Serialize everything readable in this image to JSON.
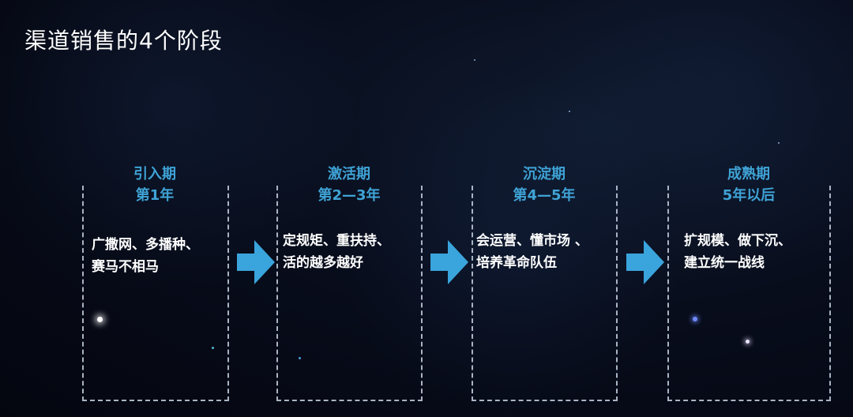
{
  "title": "渠道销售的4个阶段",
  "colors": {
    "accent": "#3fa3d6",
    "arrow": "#3aa4dc",
    "text": "#ffffff",
    "border": "#a9b4c4",
    "background": "#060a16"
  },
  "arrow_icon": "right-arrow-icon",
  "stages": [
    {
      "name": "引入期",
      "period": "第1年",
      "desc_line1": "广撒网、多播种、",
      "desc_line2": "赛马不相马"
    },
    {
      "name": "激活期",
      "period": "第2—3年",
      "desc_line1": "定规矩、重扶持、",
      "desc_line2": "活的越多越好"
    },
    {
      "name": "沉淀期",
      "period": "第4—5年",
      "desc_line1": "会运营、懂市场 、",
      "desc_line2": "培养革命队伍"
    },
    {
      "name": "成熟期",
      "period": "5年以后",
      "desc_line1": "扩规模、做下沉、",
      "desc_line2": "建立统一战线"
    }
  ]
}
